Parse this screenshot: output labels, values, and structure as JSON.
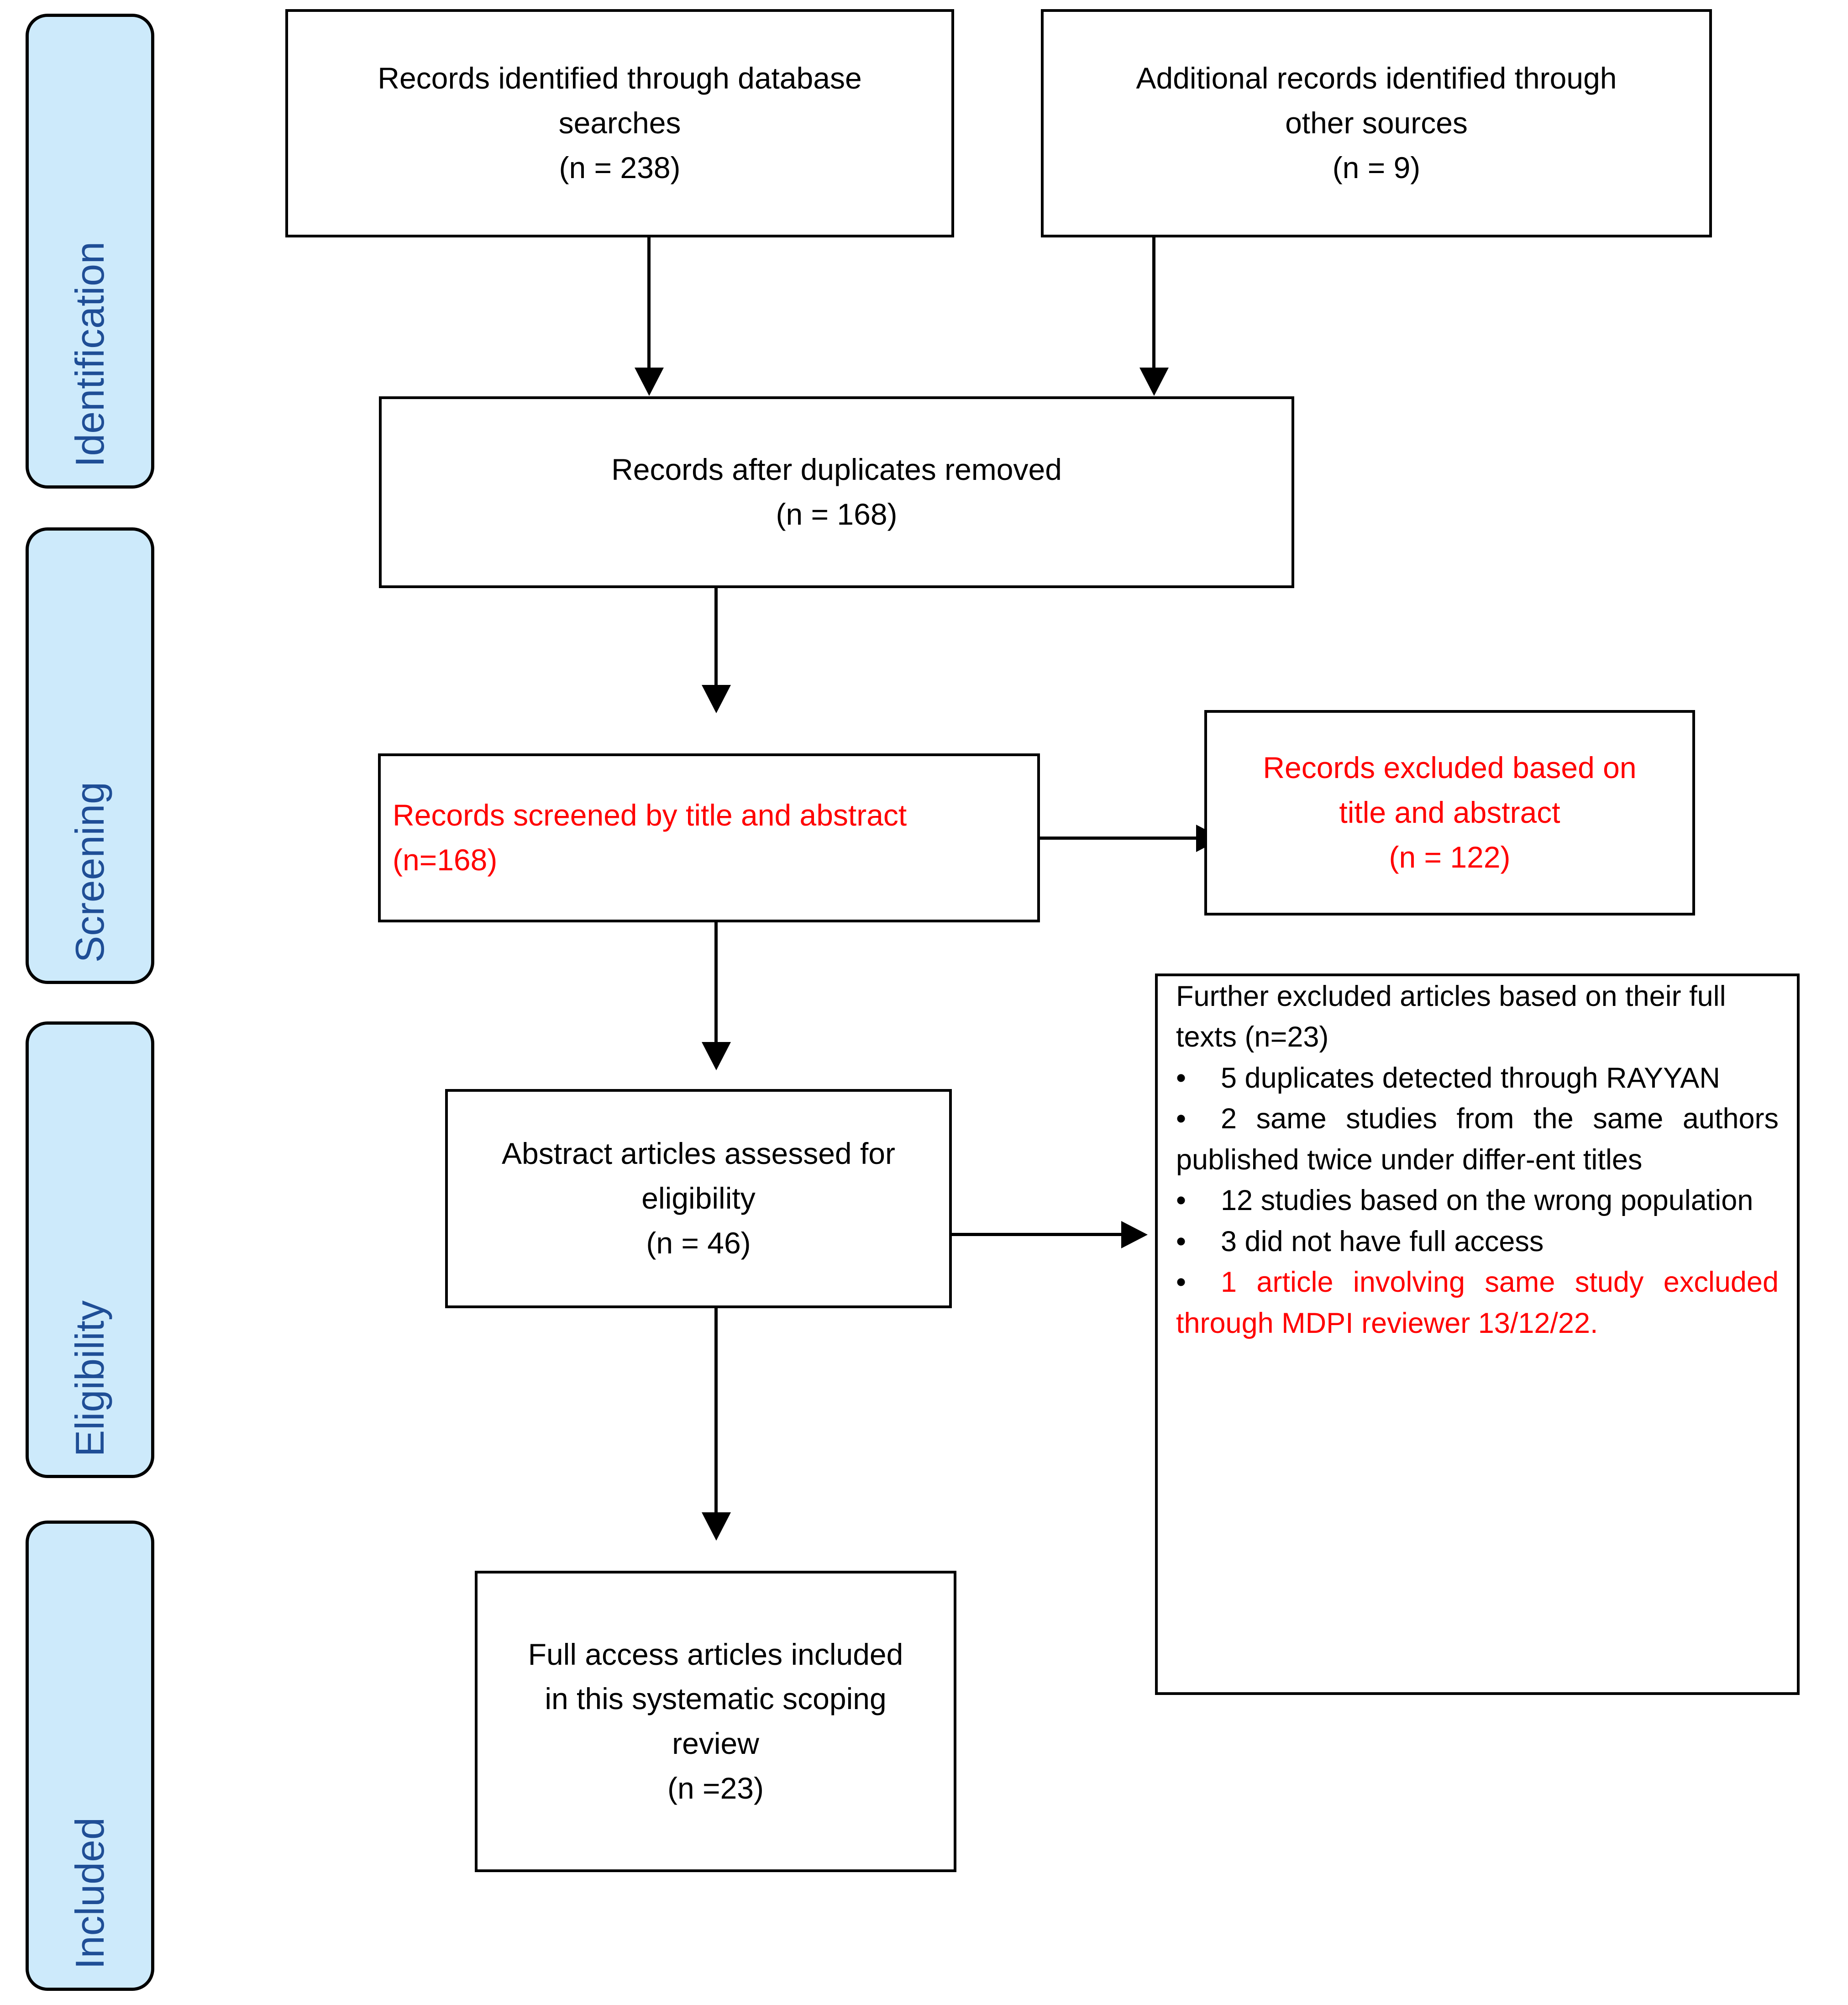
{
  "diagram": {
    "type": "PRISMA flow diagram",
    "accent_blue": "#cdeafb",
    "label_blue": "#1f4e96",
    "highlight_red": "#ff0000"
  },
  "stages": [
    {
      "id": "identification",
      "label": "Identification"
    },
    {
      "id": "screening",
      "label": "Screening"
    },
    {
      "id": "eligibility",
      "label": "Eligibility"
    },
    {
      "id": "included",
      "label": "Included"
    }
  ],
  "boxes": {
    "database_records": {
      "line1": "Records identified through database",
      "line2": "searches",
      "line3": "(n = 238)",
      "n": 238
    },
    "other_records": {
      "line1": "Additional records identified through",
      "line2": "other sources",
      "line3": "(n = 9)",
      "n": 9
    },
    "after_duplicates": {
      "line1": "Records after duplicates removed",
      "line2": "(n = 168)",
      "n": 168
    },
    "screened": {
      "line1": "Records screened by title and abstract",
      "line2": "(n=168)",
      "n": 168
    },
    "excluded_title_abstract": {
      "line1": "Records excluded based on",
      "line2": "title and abstract",
      "line3": "(n = 122)",
      "n": 122
    },
    "assessed_eligibility": {
      "line1": "Abstract articles assessed for",
      "line2": "eligibility",
      "line3": "(n = 46)",
      "n": 46
    },
    "further_excluded": {
      "heading": "Further excluded articles based on their full texts (n=23)",
      "n": 23,
      "bullets": [
        {
          "text": "5 duplicates detected through RAYYAN",
          "color": "black"
        },
        {
          "text": "2 same studies from the same authors published twice under differ-ent titles",
          "color": "black"
        },
        {
          "text": "12 studies based on the wrong population",
          "color": "black"
        },
        {
          "text": "3 did not have full access",
          "color": "black"
        },
        {
          "text": "1 article involving same study excluded through MDPI reviewer 13/12/22.",
          "color": "red"
        }
      ]
    },
    "included_final": {
      "line1": "Full access articles included",
      "line2": "in this systematic scoping",
      "line3": "review",
      "line4": "(n =23)",
      "n": 23
    }
  }
}
